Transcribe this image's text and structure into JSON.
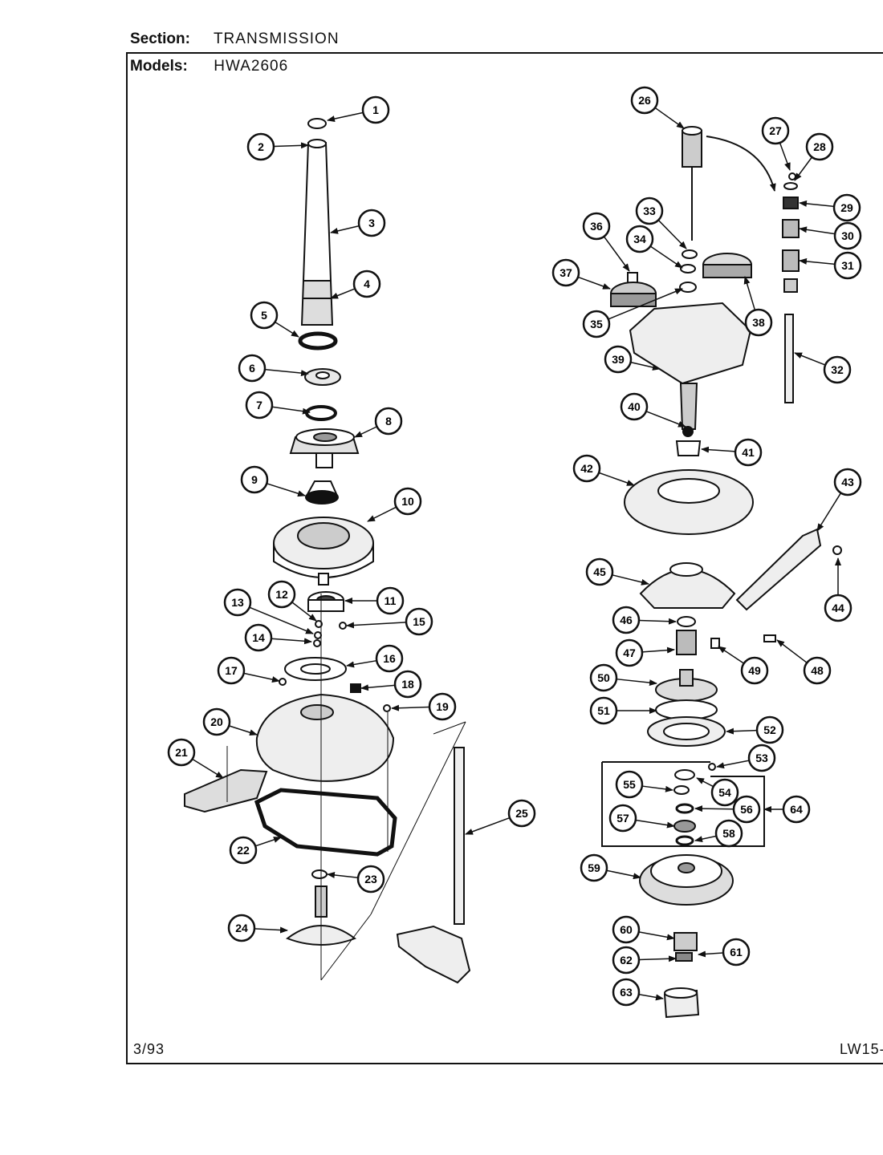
{
  "header": {
    "section_label": "Section:",
    "section_value": "TRANSMISSION",
    "models_label": "Models:",
    "models_value": "HWA2606"
  },
  "footer": {
    "date": "3/93",
    "page_code": "LW15-"
  },
  "callouts": [
    "1",
    "2",
    "3",
    "4",
    "5",
    "6",
    "7",
    "8",
    "9",
    "10",
    "11",
    "12",
    "13",
    "14",
    "15",
    "16",
    "17",
    "18",
    "19",
    "20",
    "21",
    "22",
    "23",
    "24",
    "25",
    "26",
    "27",
    "28",
    "29",
    "30",
    "31",
    "32",
    "33",
    "34",
    "35",
    "36",
    "37",
    "38",
    "39",
    "40",
    "41",
    "42",
    "43",
    "44",
    "45",
    "46",
    "47",
    "48",
    "49",
    "50",
    "51",
    "52",
    "53",
    "54",
    "55",
    "56",
    "57",
    "58",
    "59",
    "60",
    "61",
    "62",
    "63",
    "64"
  ]
}
